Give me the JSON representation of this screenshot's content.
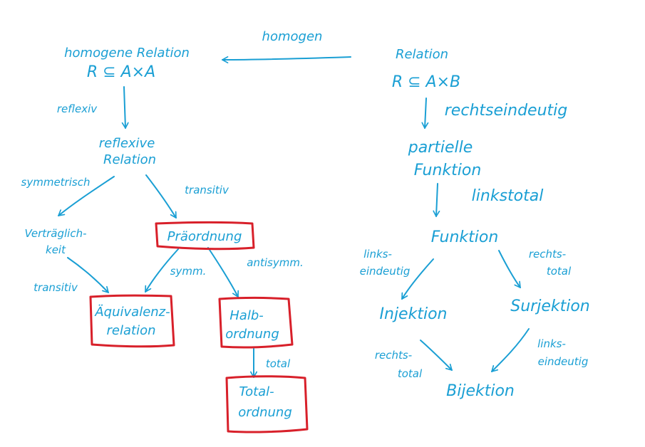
{
  "colors": {
    "ink": "#1a9fd4",
    "highlight": "#d8202a"
  },
  "nodes": {
    "homogene_relation": {
      "line1": "homogene Relation",
      "line2": "R ⊆ A×A"
    },
    "relation": {
      "line1": "Relation",
      "line2": "R ⊆ A×B"
    },
    "reflexive_relation": {
      "line1": "reflexive",
      "line2": "Relation"
    },
    "vertraeglichkeit": {
      "line1": "Verträglich-",
      "line2": "keit"
    },
    "praeordnung": {
      "line1": "Präordnung"
    },
    "aequivalenzrelation": {
      "line1": "Äquivalenz-",
      "line2": "relation"
    },
    "halbordnung": {
      "line1": "Halb-",
      "line2": "ordnung"
    },
    "totalordnung": {
      "line1": "Total-",
      "line2": "ordnung"
    },
    "partielle_funktion": {
      "line1": "partielle",
      "line2": "Funktion"
    },
    "funktion": {
      "line1": "Funktion"
    },
    "injektion": {
      "line1": "Injektion"
    },
    "surjektion": {
      "line1": "Surjektion"
    },
    "bijektion": {
      "line1": "Bijektion"
    }
  },
  "edges": {
    "homogen": "homogen",
    "reflexiv": "reflexiv",
    "symmetrisch": "symmetrisch",
    "transitiv_1": "transitiv",
    "transitiv_2": "transitiv",
    "symm": "symm.",
    "antisymm": "antisymm.",
    "total": "total",
    "rechtseindeutig": "rechtseindeutig",
    "linkstotal": "linkstotal",
    "linkseindeutig_1": {
      "line1": "links-",
      "line2": "eindeutig"
    },
    "rechtstotal_1": {
      "line1": "rechts-",
      "line2": "total"
    },
    "rechtstotal_2": {
      "line1": "rechts-",
      "line2": "total"
    },
    "linkseindeutig_2": {
      "line1": "links-",
      "line2": "eindeutig"
    }
  }
}
